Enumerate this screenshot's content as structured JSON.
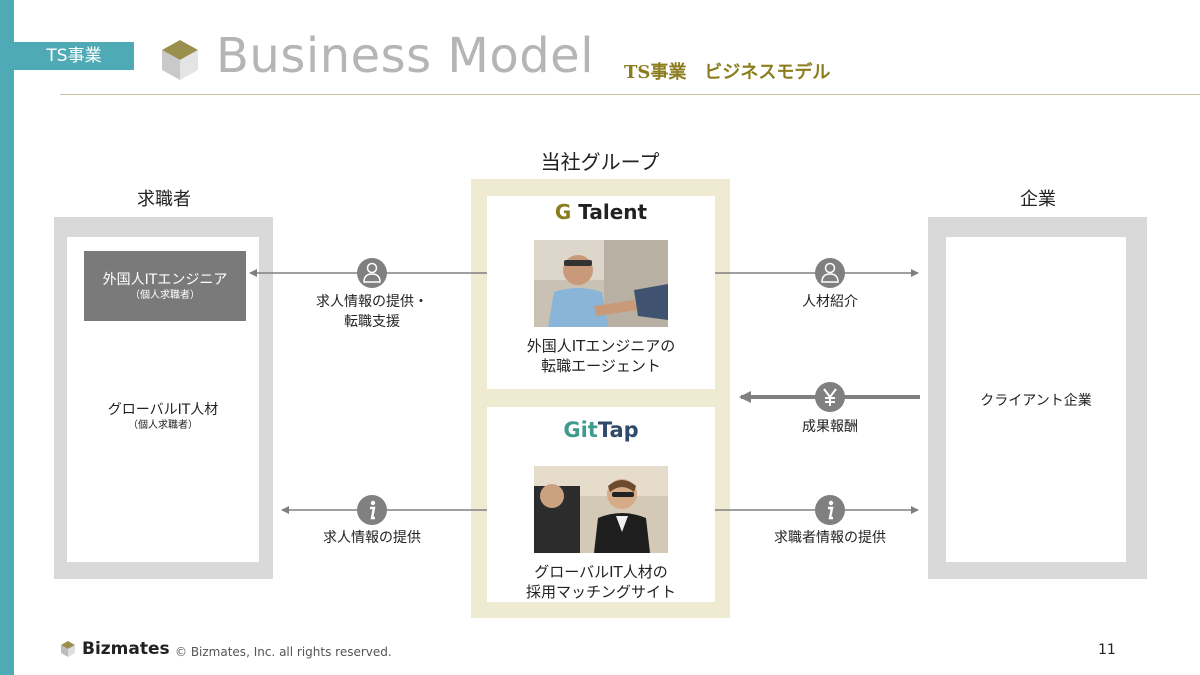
{
  "header": {
    "tag": "TS事業",
    "title": "Business Model",
    "subtitle": "TS事業　ビジネスモデル"
  },
  "diagram": {
    "group_title": "当社グループ",
    "left_title": "求職者",
    "right_title": "企業",
    "left_box": {
      "tag_title": "外国人ITエンジニア",
      "tag_sub": "（個人求職者）",
      "main_title": "グローバルIT人材",
      "main_sub": "（個人求職者）"
    },
    "right_box": {
      "main_title": "クライアント企業"
    },
    "gtalent": {
      "brand_g": "G",
      "brand_rest": " Talent",
      "caption_line1": "外国人ITエンジニアの",
      "caption_line2": "転職エージェント"
    },
    "gittap": {
      "brand_git": "Git",
      "brand_tap": "Tap",
      "caption_line1": "グローバルIT人材の",
      "caption_line2": "採用マッチングサイト"
    },
    "arrows": {
      "top_left_line1": "求人情報の提供・",
      "top_left_line2": "転職支援",
      "top_right": "人材紹介",
      "middle_right": "成果報酬",
      "bottom_left": "求人情報の提供",
      "bottom_right": "求職者情報の提供"
    },
    "icons": {
      "person": "person-icon",
      "yen": "yen-icon",
      "info": "info-icon"
    }
  },
  "footer": {
    "brand": "Bizmates",
    "copyright": "© Bizmates, Inc. all rights reserved.",
    "page_number": "11"
  },
  "colors": {
    "accent_teal": "#4eaab4",
    "gold": "#8b7d1f",
    "beige": "#efebd2",
    "gray_frame": "#d9d9d9",
    "icon_gray": "#808080",
    "gittap_green": "#3f9c8c"
  }
}
